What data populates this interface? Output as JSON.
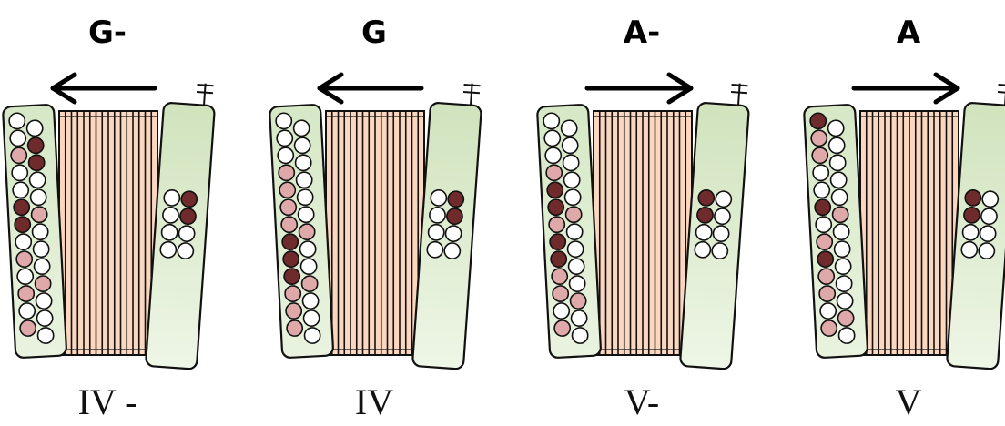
{
  "colors": {
    "board": "#d4e6c4",
    "board_light": "#eef6e6",
    "bellows": "#fbd7bf",
    "pressed_root": "#6f2b2b",
    "pressed_other": "#e0a9a9",
    "unpressed": "#ffffff",
    "outline": "#111111"
  },
  "accordions": [
    {
      "title": "G-",
      "roman": "IV -",
      "bellows_direction": "left",
      "left_buttons": [
        "w",
        "w",
        "w",
        "d",
        "p",
        "d",
        "w",
        "w",
        "w",
        "w",
        "d",
        "p",
        "d",
        "w",
        "w",
        "w",
        "p",
        "w",
        "w",
        "p",
        "p",
        "w",
        "w",
        "w",
        "p",
        "w"
      ],
      "right_buttons": [
        "w",
        "d",
        "w",
        "d",
        "w",
        "w",
        "w",
        "w"
      ]
    },
    {
      "title": "G",
      "roman": "IV",
      "bellows_direction": "left",
      "left_buttons": [
        "w",
        "w",
        "w",
        "w",
        "w",
        "w",
        "p",
        "w",
        "p",
        "w",
        "p",
        "w",
        "p",
        "p",
        "d",
        "w",
        "d",
        "w",
        "d",
        "p",
        "p",
        "w",
        "p",
        "w",
        "p",
        "w"
      ],
      "right_buttons": [
        "w",
        "d",
        "w",
        "d",
        "w",
        "w",
        "w",
        "w"
      ]
    },
    {
      "title": "A-",
      "roman": "V-",
      "bellows_direction": "right",
      "left_buttons": [
        "w",
        "w",
        "w",
        "w",
        "w",
        "w",
        "p",
        "w",
        "d",
        "w",
        "d",
        "p",
        "p",
        "w",
        "d",
        "w",
        "d",
        "w",
        "p",
        "w",
        "p",
        "p",
        "w",
        "w",
        "p",
        "w"
      ],
      "right_buttons": [
        "d",
        "w",
        "d",
        "w",
        "w",
        "w",
        "w",
        "w"
      ]
    },
    {
      "title": "A",
      "roman": "V",
      "bellows_direction": "right",
      "left_buttons": [
        "d",
        "w",
        "p",
        "w",
        "p",
        "w",
        "w",
        "w",
        "w",
        "w",
        "d",
        "p",
        "w",
        "w",
        "p",
        "w",
        "d",
        "w",
        "p",
        "w",
        "p",
        "w",
        "w",
        "p",
        "p",
        "w"
      ],
      "right_buttons": [
        "d",
        "w",
        "d",
        "w",
        "w",
        "w",
        "w",
        "w"
      ]
    }
  ]
}
